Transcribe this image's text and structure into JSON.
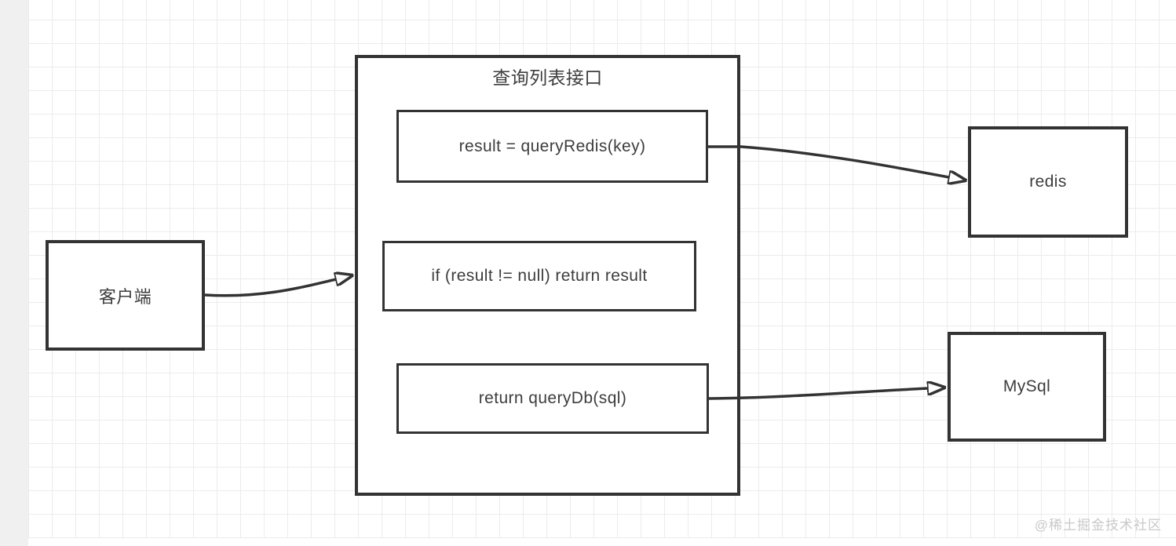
{
  "interface": {
    "title": "查询列表接口",
    "steps": [
      {
        "label": "result = queryRedis(key)"
      },
      {
        "label": "if (result != null) return result"
      },
      {
        "label": "return queryDb(sql)"
      }
    ]
  },
  "nodes": {
    "client": "客户端",
    "redis": "redis",
    "mysql": "MySql"
  },
  "watermark": "@稀土掘金技术社区",
  "colors": {
    "stroke": "#333333",
    "text": "#3d3d3d",
    "grid_line": "#ececec",
    "canvas_bg": "#ffffff",
    "margin_bg": "#f0f0f0",
    "watermark": "#c9c9c9"
  }
}
